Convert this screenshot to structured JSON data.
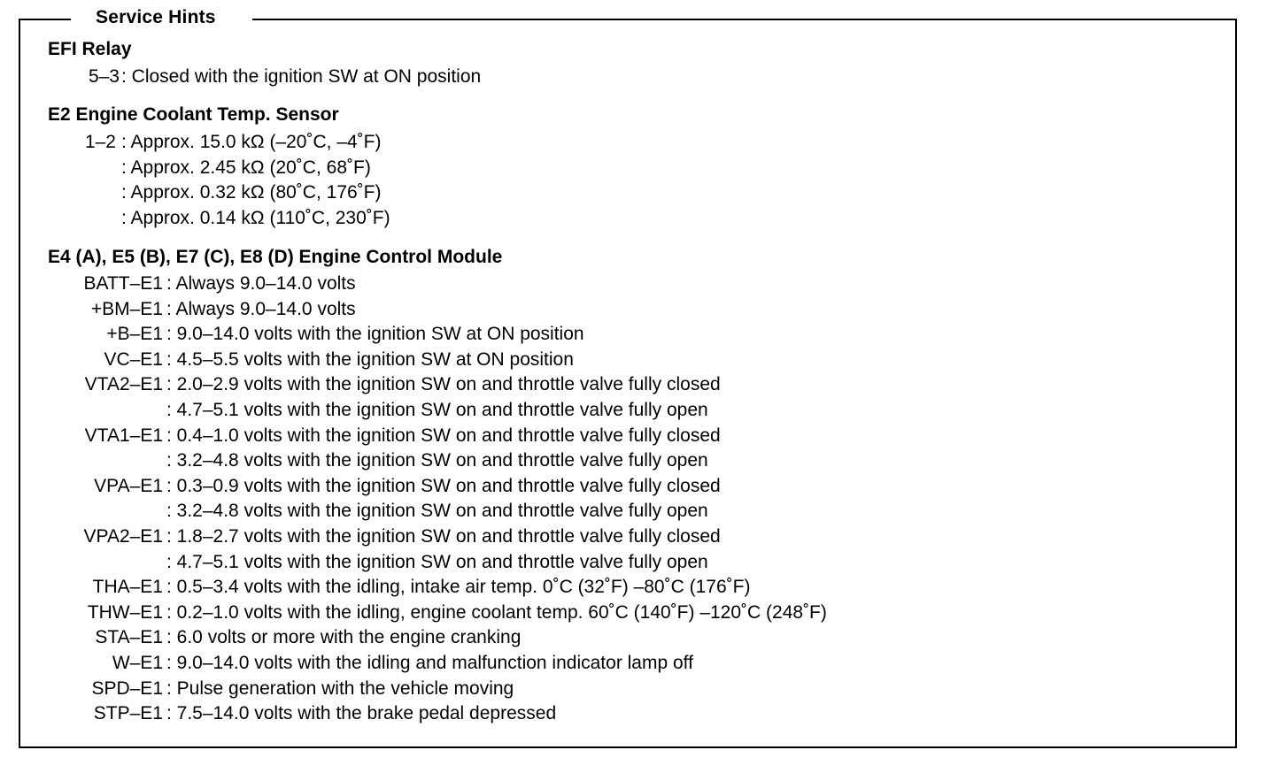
{
  "header": {
    "title": "Service Hints"
  },
  "efi_relay": {
    "title": "EFI Relay",
    "rows": [
      {
        "term": "5–3",
        "desc": ": Closed with the ignition SW at ON position"
      }
    ]
  },
  "coolant_sensor": {
    "title": "E2  Engine Coolant Temp. Sensor",
    "rows": [
      {
        "term": "1–2",
        "desc": ": Approx. 15.0 kΩ (–20˚C, –4˚F)"
      },
      {
        "term": "",
        "desc": ": Approx. 2.45 kΩ (20˚C, 68˚F)"
      },
      {
        "term": "",
        "desc": ": Approx. 0.32 kΩ (80˚C, 176˚F)"
      },
      {
        "term": "",
        "desc": ": Approx. 0.14 kΩ (110˚C, 230˚F)"
      }
    ]
  },
  "ecm": {
    "title": "E4 (A), E5 (B), E7 (C), E8 (D)  Engine Control Module",
    "rows": [
      {
        "term": "BATT–E1",
        "desc": ": Always 9.0–14.0 volts"
      },
      {
        "term": "+BM–E1",
        "desc": ": Always 9.0–14.0 volts"
      },
      {
        "term": "+B–E1",
        "desc": ": 9.0–14.0 volts with the ignition SW at ON position"
      },
      {
        "term": "VC–E1",
        "desc": ": 4.5–5.5 volts with the ignition SW at ON position"
      },
      {
        "term": "VTA2–E1",
        "desc": ": 2.0–2.9 volts with the ignition SW on and throttle valve fully closed"
      },
      {
        "term": "",
        "desc": ": 4.7–5.1 volts with the ignition SW on and throttle valve fully open"
      },
      {
        "term": "VTA1–E1",
        "desc": ": 0.4–1.0 volts with the ignition SW on and throttle valve fully closed"
      },
      {
        "term": "",
        "desc": ": 3.2–4.8 volts with the ignition SW on and throttle valve fully open"
      },
      {
        "term": "VPA–E1",
        "desc": ": 0.3–0.9 volts with the ignition SW on and throttle valve fully closed"
      },
      {
        "term": "",
        "desc": ": 3.2–4.8 volts with the ignition SW on and throttle valve fully open"
      },
      {
        "term": "VPA2–E1",
        "desc": ": 1.8–2.7 volts with the ignition SW on and throttle valve fully closed"
      },
      {
        "term": "",
        "desc": ": 4.7–5.1 volts with the ignition SW on and throttle valve fully open"
      },
      {
        "term": "THA–E1",
        "desc": ": 0.5–3.4 volts with the idling, intake air temp. 0˚C (32˚F) –80˚C (176˚F)"
      },
      {
        "term": "THW–E1",
        "desc": ": 0.2–1.0 volts with the idling, engine coolant temp. 60˚C (140˚F) –120˚C (248˚F)"
      },
      {
        "term": "STA–E1",
        "desc": ": 6.0 volts or more with the engine cranking"
      },
      {
        "term": "W–E1",
        "desc": ": 9.0–14.0 volts with the idling and malfunction indicator lamp off"
      },
      {
        "term": "SPD–E1",
        "desc": ": Pulse generation with the vehicle moving"
      },
      {
        "term": "STP–E1",
        "desc": ": 7.5–14.0 volts with the brake pedal depressed"
      }
    ]
  }
}
